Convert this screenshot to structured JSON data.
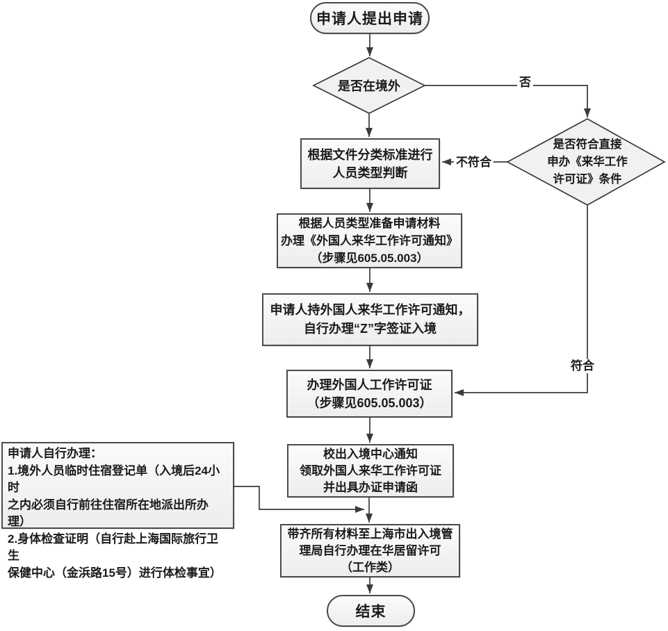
{
  "flowchart": {
    "nodes": {
      "start": "申请人提出申请",
      "decision_abroad": "是否在境外",
      "decision_eligible": "是否符合直接\n申办《来华工作\n许可证》条件",
      "classify": "根据文件分类标准进行\n人员类型判断",
      "prepare_notice": "根据人员类型准备申请材料\n办理《外国人来华工作许可通知》\n（步骤见605.05.003）",
      "z_visa": "申请人持外国人来华工作许可通知，\n自行办理“Z”字签证入境",
      "work_permit": "办理外国人工作许可证\n（步骤见605.05.003）",
      "collect_permit": "校出入境中心通知\n领取外国人来华工作许可证\n并出具办证申请函",
      "residence_permit": "带齐所有材料至上海市出入境管\n理局自行办理在华居留许可\n（工作类）",
      "side_note": "申请人自行办理：\n1.境外人员临时住宿登记单（入境后24小时\n之内必须自行前往住宿所在地派出所办理）\n2.身体检查证明（自行赴上海国际旅行卫生\n保健中心（金浜路15号）进行体检事宜）",
      "end": "结束"
    },
    "edge_labels": {
      "no": "否",
      "not_eligible": "不符合",
      "eligible": "符合"
    },
    "colors": {
      "node_fill": "#f1f1f1",
      "node_border": "#4a4a4a",
      "line": "#3a3a3a",
      "text": "#1a1a1a"
    }
  }
}
